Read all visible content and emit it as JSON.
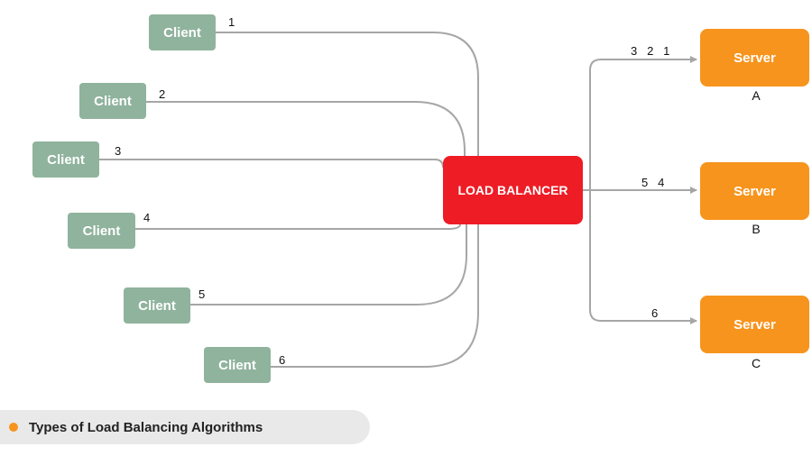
{
  "diagram": {
    "clients": [
      {
        "label": "Client",
        "number": "1"
      },
      {
        "label": "Client",
        "number": "2"
      },
      {
        "label": "Client",
        "number": "3"
      },
      {
        "label": "Client",
        "number": "4"
      },
      {
        "label": "Client",
        "number": "5"
      },
      {
        "label": "Client",
        "number": "6"
      }
    ],
    "load_balancer": {
      "label": "LOAD BALANCER"
    },
    "servers": [
      {
        "label": "Server",
        "name": "A",
        "requests": "3   2   1"
      },
      {
        "label": "Server",
        "name": "B",
        "requests": "5   4"
      },
      {
        "label": "Server",
        "name": "C",
        "requests": "6"
      }
    ],
    "colors": {
      "client": "#8fb39c",
      "load_balancer": "#ee1c25",
      "server": "#f7941d",
      "wire": "#a6a6a6"
    }
  },
  "caption": {
    "text": "Types of Load Balancing Algorithms",
    "icon": "bullet-dot"
  }
}
